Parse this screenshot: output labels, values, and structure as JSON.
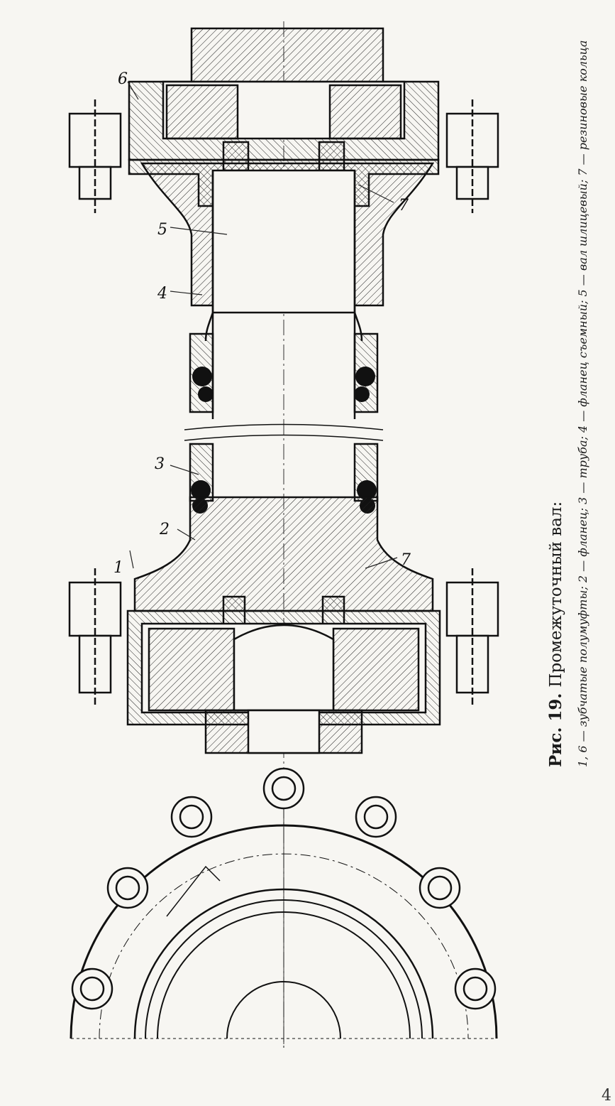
{
  "figure": {
    "number": "Рис. 19.",
    "title": "Промежуточный вал:",
    "legend": "1, 6 — зубчатые полумуфты; 2 — фланец; 3 — труба; 4 — фланец съемный; 5 — вал шлицевый; 7 — резиновые кольца"
  },
  "callouts": [
    "1",
    "2",
    "3",
    "4",
    "5",
    "6",
    "7",
    "7"
  ],
  "page_number": "4"
}
